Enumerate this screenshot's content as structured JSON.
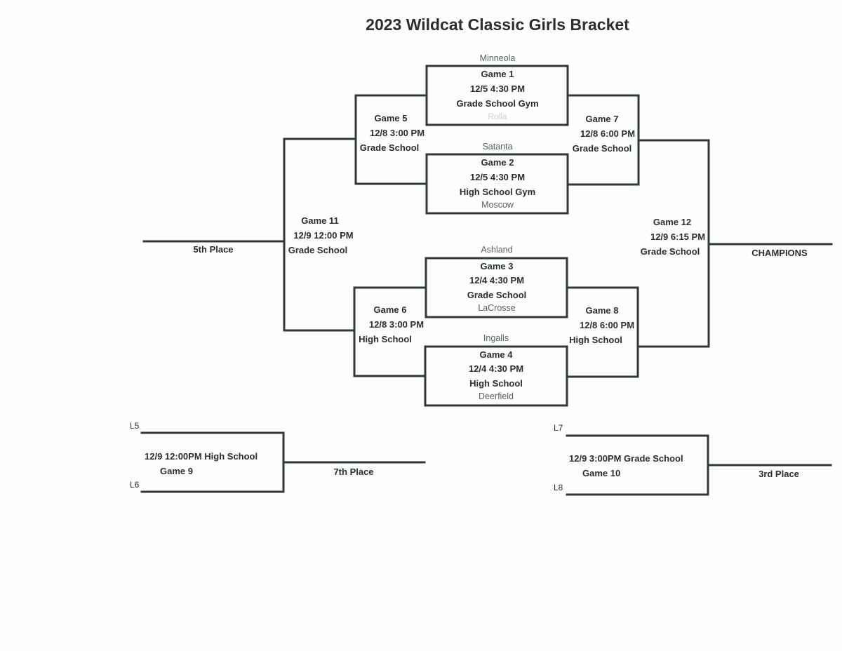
{
  "title": "2023 Wildcat Classic Girls Bracket",
  "games": {
    "g1": {
      "name": "Game 1",
      "time": "12/5 4:30 PM",
      "site": "Grade School Gym",
      "top_team": "Minneola",
      "bottom_team": "Rolla"
    },
    "g2": {
      "name": "Game 2",
      "time": "12/5 4:30 PM",
      "site": "High School Gym",
      "top_team": "Satanta",
      "bottom_team": "Moscow"
    },
    "g3": {
      "name": "Game 3",
      "time": "12/4 4:30 PM",
      "site": "Grade School",
      "top_team": "Ashland",
      "bottom_team": "LaCrosse"
    },
    "g4": {
      "name": "Game 4",
      "time": "12/4 4:30 PM",
      "site": "High School",
      "top_team": "Ingalls",
      "bottom_team": "Deerfield"
    },
    "g5": {
      "name": "Game 5",
      "time": "12/8 3:00 PM",
      "site": "Grade School"
    },
    "g6": {
      "name": "Game 6",
      "time": "12/8 3:00 PM",
      "site": "High School"
    },
    "g7": {
      "name": "Game 7",
      "time": "12/8 6:00 PM",
      "site": "Grade School"
    },
    "g8": {
      "name": "Game 8",
      "time": "12/8 6:00 PM",
      "site": "High School"
    },
    "g9": {
      "name": "Game 9",
      "time_site": "12/9 12:00PM High School",
      "top_slot": "L5",
      "bottom_slot": "L6",
      "result": "7th Place"
    },
    "g10": {
      "name": "Game 10",
      "time_site": "12/9 3:00PM Grade School",
      "top_slot": "L7",
      "bottom_slot": "L8",
      "result": "3rd Place"
    },
    "g11": {
      "name": "Game 11",
      "time": "12/9 12:00 PM",
      "site": "Grade School",
      "result": "5th Place"
    },
    "g12": {
      "name": "Game 12",
      "time": "12/9 6:15 PM",
      "site": "Grade School",
      "result": "CHAMPIONS"
    }
  }
}
